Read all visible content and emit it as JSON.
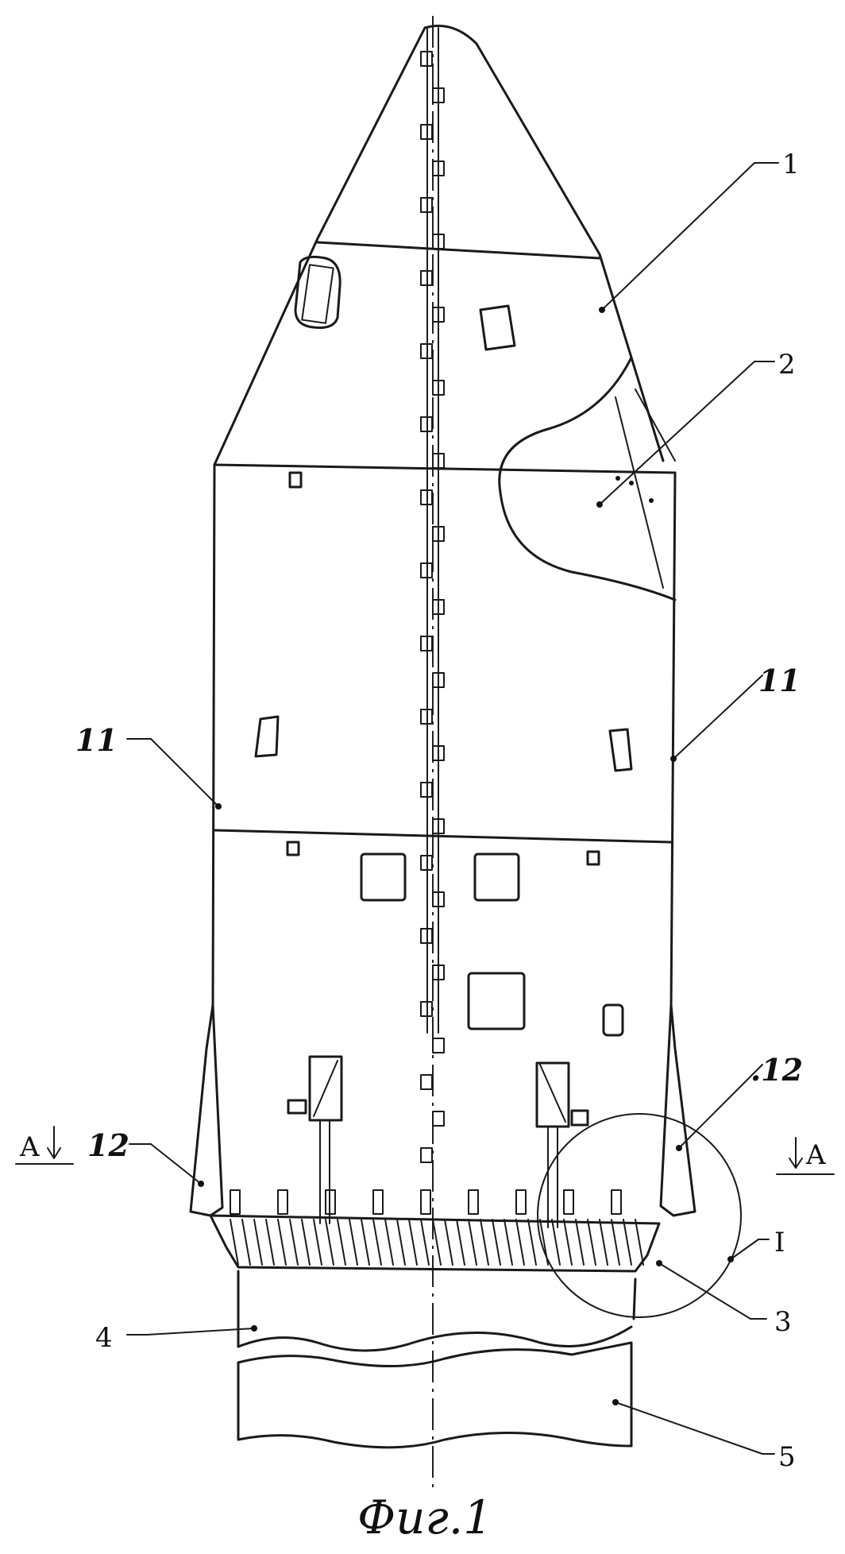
{
  "labels": {
    "l1": "1",
    "l2": "2",
    "l3": "3",
    "l4": "4",
    "l5": "5",
    "l11_left": "11",
    "l11_right": "11",
    "l12_left": "12",
    "l12_right": ".12",
    "detail_I": "I",
    "section_left": "A",
    "section_right": "A"
  },
  "caption": "Фиг.1"
}
